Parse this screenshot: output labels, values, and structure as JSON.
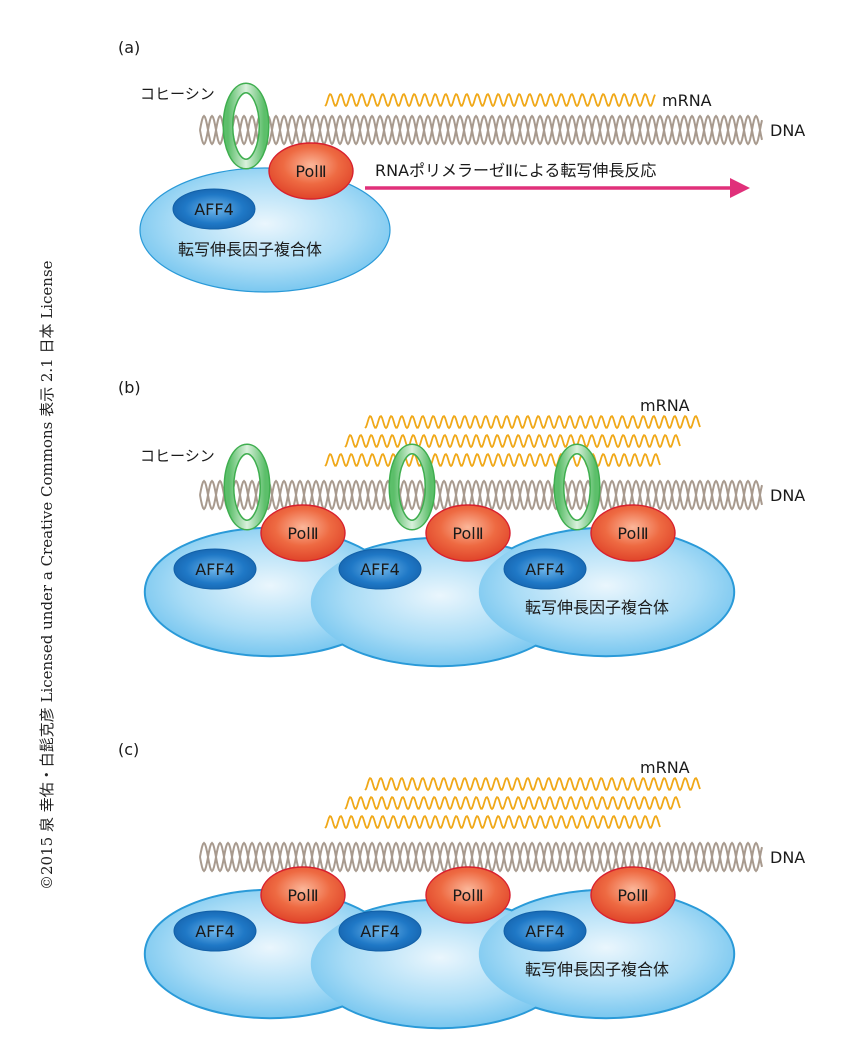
{
  "credit": "©2015 泉 幸佑・白髭克彦 Licensed under a Creative Commons 表示 2.1 日本 License",
  "labels": {
    "cohesin": "コヒーシン",
    "mrna": "mRNA",
    "dna": "DNA",
    "pol2": "PolⅡ",
    "aff4": "AFF4",
    "complex": "転写伸長因子複合体",
    "elongation": "RNAポリメラーゼⅡによる転写伸長反応"
  },
  "panels": [
    {
      "id": "a",
      "tag": "(a)"
    },
    {
      "id": "b",
      "tag": "(b)"
    },
    {
      "id": "c",
      "tag": "(c)"
    }
  ],
  "colors": {
    "dna": "#a89a8e",
    "mrna": "#f0a818",
    "cohesin": "#4caf5a",
    "pol2": "#e8502e",
    "aff4": "#1a6cb8",
    "complex": "#7cc8ef",
    "arrow": "#e0307a"
  }
}
